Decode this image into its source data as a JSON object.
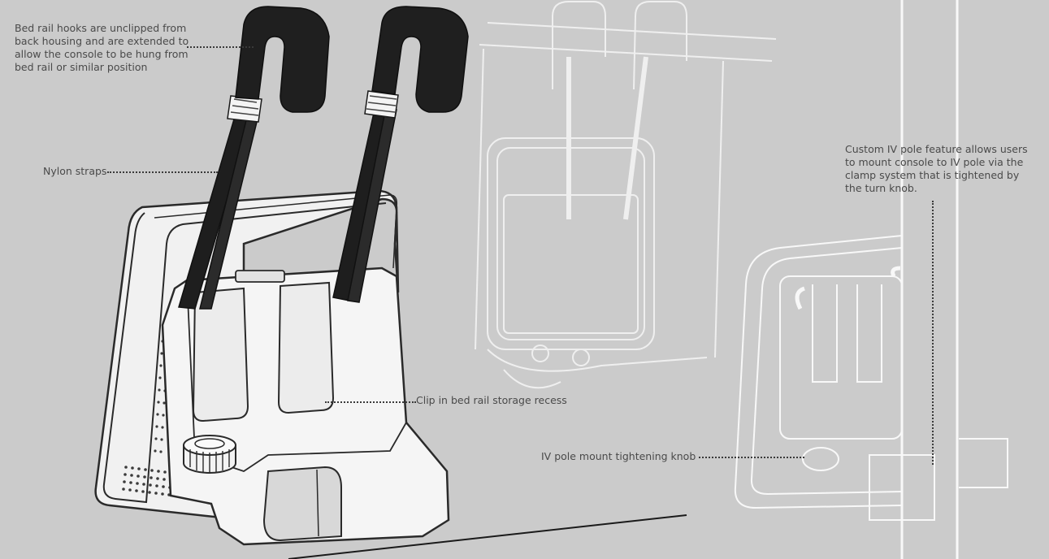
{
  "callouts": {
    "bed_rail_hooks": "Bed rail hooks are unclipped from\nback housing and are extended to\nallow the console to be hung from\nbed rail or similar position",
    "nylon_straps": "Nylon straps",
    "clip_recess": "Clip in bed rail storage recess",
    "iv_pole_feature": "Custom IV pole feature allows users\nto mount console to IV pole via the\nclamp system that is tightened by\nthe turn knob.",
    "iv_knob": "IV pole mount tightening knob"
  },
  "colors": {
    "background": "#cbcbcb",
    "strap_black": "#1e1e1e",
    "outline": "#2a2a2a",
    "ghost_white": "#f4f4f4",
    "callout_text": "#4a4a4a"
  }
}
